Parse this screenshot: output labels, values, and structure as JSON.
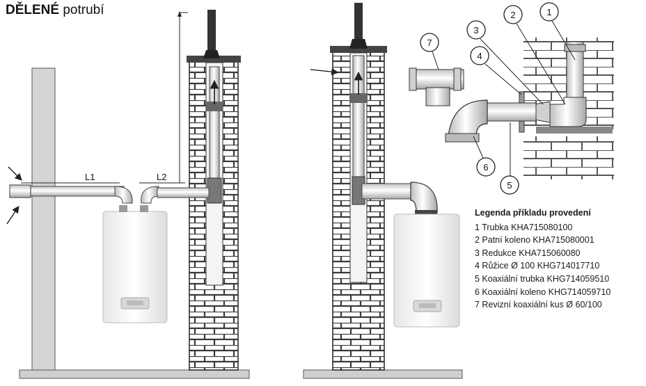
{
  "title": {
    "bold": "DĚLENÉ",
    "rest": " potrubí"
  },
  "labels": {
    "l1": "L1",
    "l2": "L2"
  },
  "callouts": [
    "1",
    "2",
    "3",
    "4",
    "5",
    "6",
    "7"
  ],
  "legend": {
    "heading": "Legenda příkladu provedení",
    "items": [
      "1 Trubka KHA715080100",
      "2 Patní koleno KHA715080001",
      "3 Redukce KHA715060080",
      "4 Růžice Ø 100 KHG714017710",
      "5 Koaxiální trubka KHG714059510",
      "6 Koaxiální koleno KHG714059710",
      "7 Revizní koaxiální kus Ø 60/100"
    ]
  },
  "colors": {
    "line": "#222222",
    "brick": "#ffffff",
    "mortar": "#3a3a3a",
    "boiler": "#f2f2f2",
    "pipe": "#ececec",
    "wall": "#d0d0d0"
  }
}
